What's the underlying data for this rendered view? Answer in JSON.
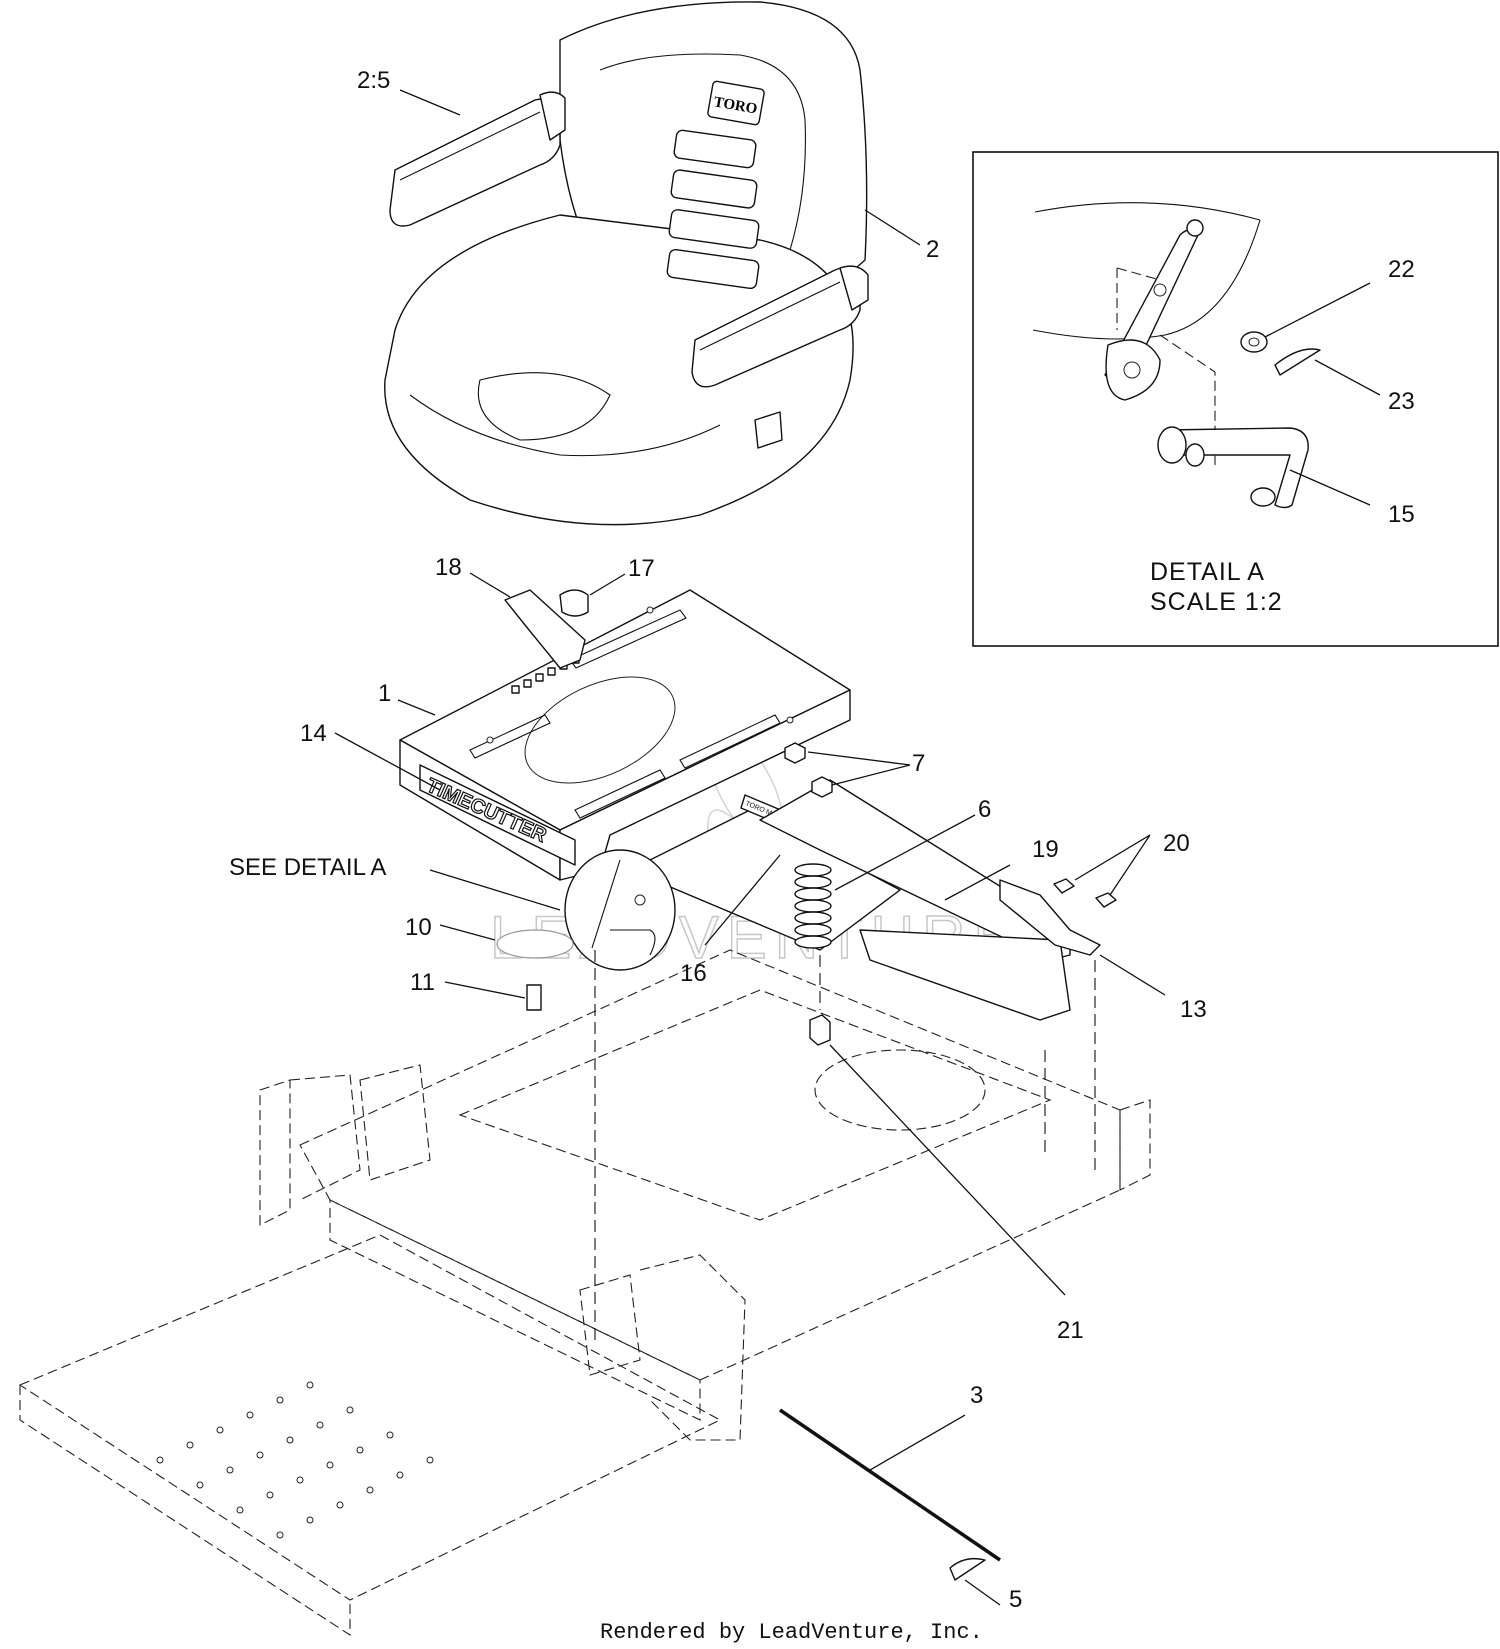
{
  "callouts": {
    "c2_5": "2:5",
    "c2": "2",
    "c22": "22",
    "c23": "23",
    "c15": "15",
    "c18": "18",
    "c17": "17",
    "c1": "1",
    "c14": "14",
    "c7": "7",
    "c6": "6",
    "c19": "19",
    "c20": "20",
    "see_detail": "SEE DETAIL  A",
    "c10": "10",
    "c16": "16",
    "c11": "11",
    "c13": "13",
    "c21": "21",
    "c3": "3",
    "c5": "5"
  },
  "detail": {
    "title": "DETAIL  A",
    "scale": "SCALE  1:2"
  },
  "labels": {
    "seat_brand": "TORO",
    "plate_brand": "TIMECUTTER",
    "bracket_text": "TORO  MOWER  SPRING"
  },
  "watermark": "LEADVENTURE",
  "footer": "Rendered by LeadVenture, Inc."
}
